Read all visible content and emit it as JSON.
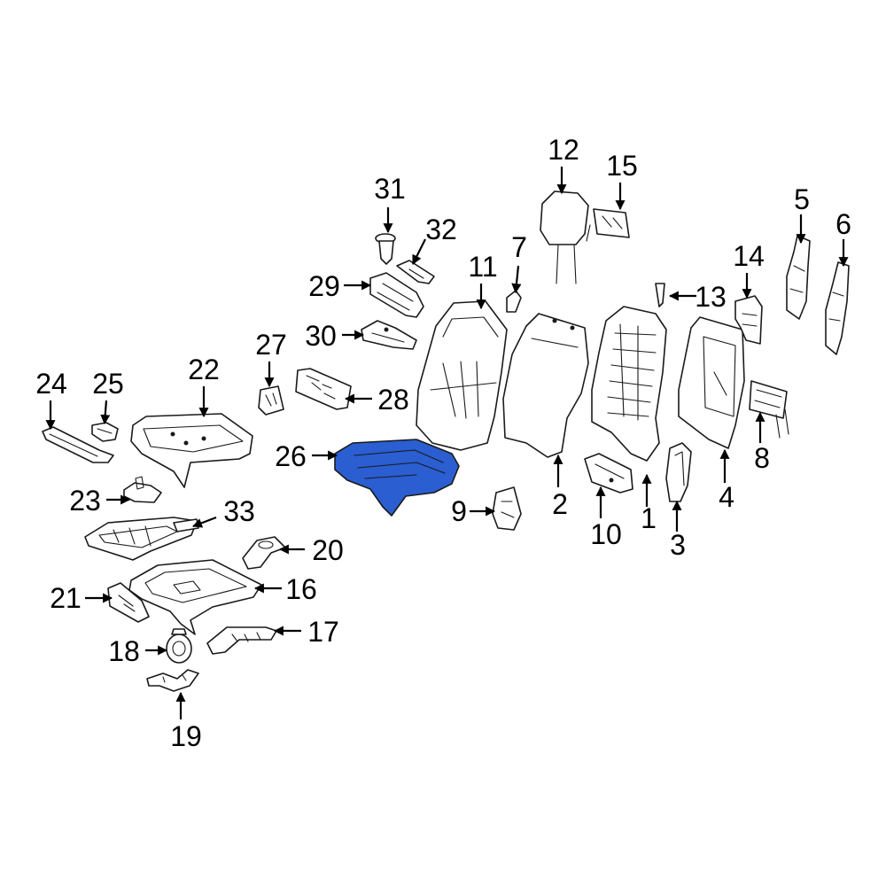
{
  "diagram": {
    "highlight_color": "#2a5ed1",
    "highlighted_part": "26",
    "callouts": [
      {
        "id": "c1",
        "label": "1"
      },
      {
        "id": "c2",
        "label": "2"
      },
      {
        "id": "c3",
        "label": "3"
      },
      {
        "id": "c4",
        "label": "4"
      },
      {
        "id": "c5",
        "label": "5"
      },
      {
        "id": "c6",
        "label": "6"
      },
      {
        "id": "c7",
        "label": "7"
      },
      {
        "id": "c8",
        "label": "8"
      },
      {
        "id": "c9",
        "label": "9"
      },
      {
        "id": "c10",
        "label": "10"
      },
      {
        "id": "c11",
        "label": "11"
      },
      {
        "id": "c12",
        "label": "12"
      },
      {
        "id": "c13",
        "label": "13"
      },
      {
        "id": "c14",
        "label": "14"
      },
      {
        "id": "c15",
        "label": "15"
      },
      {
        "id": "c16",
        "label": "16"
      },
      {
        "id": "c17",
        "label": "17"
      },
      {
        "id": "c18",
        "label": "18"
      },
      {
        "id": "c19",
        "label": "19"
      },
      {
        "id": "c20",
        "label": "20"
      },
      {
        "id": "c21",
        "label": "21"
      },
      {
        "id": "c22",
        "label": "22"
      },
      {
        "id": "c23",
        "label": "23"
      },
      {
        "id": "c24",
        "label": "24"
      },
      {
        "id": "c25",
        "label": "25"
      },
      {
        "id": "c26",
        "label": "26"
      },
      {
        "id": "c27",
        "label": "27"
      },
      {
        "id": "c28",
        "label": "28"
      },
      {
        "id": "c29",
        "label": "29"
      },
      {
        "id": "c30",
        "label": "30"
      },
      {
        "id": "c31",
        "label": "31"
      },
      {
        "id": "c32",
        "label": "32"
      },
      {
        "id": "c33",
        "label": "33"
      }
    ]
  }
}
